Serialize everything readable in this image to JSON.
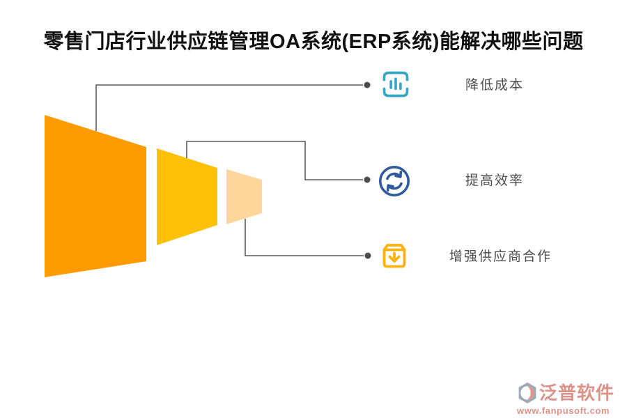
{
  "title": "零售门店行业供应链管理OA系统(ERP系统)能解决哪些问题",
  "funnel": {
    "segments": [
      {
        "name": "stage-large",
        "color": "#FE9B00"
      },
      {
        "name": "stage-medium",
        "color": "#FEC107"
      },
      {
        "name": "stage-small",
        "color": "#FDD69B"
      }
    ]
  },
  "items": [
    {
      "label": "降低成本",
      "icon": "bar-chart-scan-icon",
      "icon_color": "#35A7C5"
    },
    {
      "label": "提高效率",
      "icon": "sync-refresh-icon",
      "icon_color": "#2F5B9D"
    },
    {
      "label": "增强供应商合作",
      "icon": "box-download-icon",
      "icon_color": "#FBB30D"
    }
  ],
  "colors": {
    "connector": "#5A5A5A",
    "connector_dot": "#4D4D4D",
    "label_text": "#4D4D4D",
    "title_text": "#111111",
    "brand": "#D9897E",
    "logo_mark_slate": "#97A1B1",
    "logo_mark_coral": "#D88F7F"
  },
  "footer": {
    "brand": "泛普软件",
    "url": "www.fanpusoft.com"
  }
}
